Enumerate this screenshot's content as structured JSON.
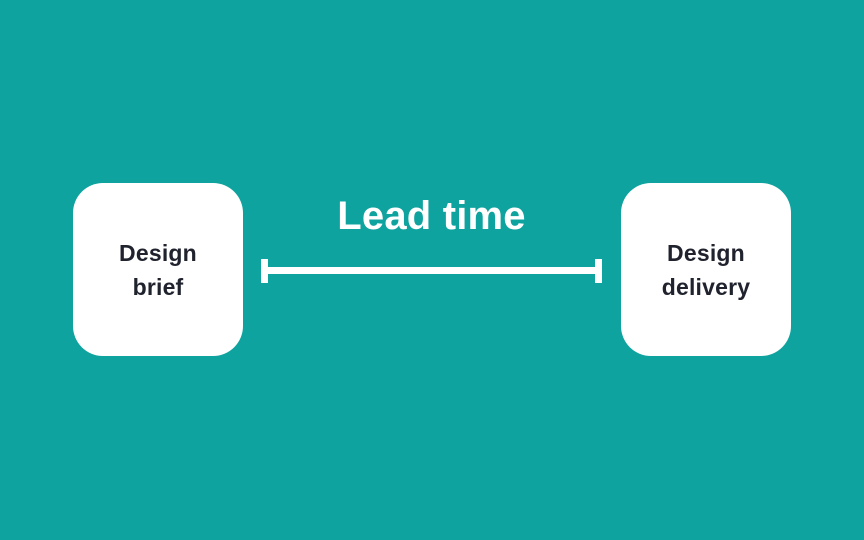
{
  "diagram": {
    "nodes": [
      {
        "id": "design-brief",
        "label": "Design brief"
      },
      {
        "id": "design-delivery",
        "label": "Design delivery"
      }
    ],
    "connector": {
      "type": "measurement-line",
      "label": "Lead time",
      "from": "design-brief",
      "to": "design-delivery"
    },
    "colors": {
      "background": "#0fa3a0",
      "card_bg": "#ffffff",
      "card_text": "#20232e",
      "line": "#ffffff",
      "label_text": "#ffffff"
    }
  }
}
